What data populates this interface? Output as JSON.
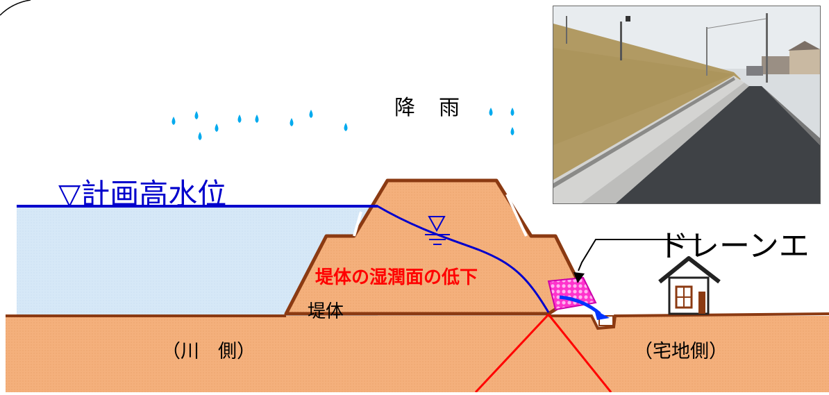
{
  "labels": {
    "rain": "降　雨",
    "hwl": "▽計画高水位",
    "drain": "ドレーンエ",
    "phreatic": "堤体の湿潤面の低下",
    "levee_body": "堤体",
    "river_side": "（川　側）",
    "land_side": "（宅地側）"
  },
  "colors": {
    "soil": "#f4b07c",
    "soil_edge": "#8b3a12",
    "water": "#d6e8f7",
    "water_line": "#0000cc",
    "rain": "#00aaee",
    "phreatic_text": "#ff0000",
    "drain": "#ff33cc",
    "failure_line": "#ff0000"
  },
  "icons": [
    "raindrop-icon",
    "house-icon",
    "water-level-triangle-icon"
  ]
}
